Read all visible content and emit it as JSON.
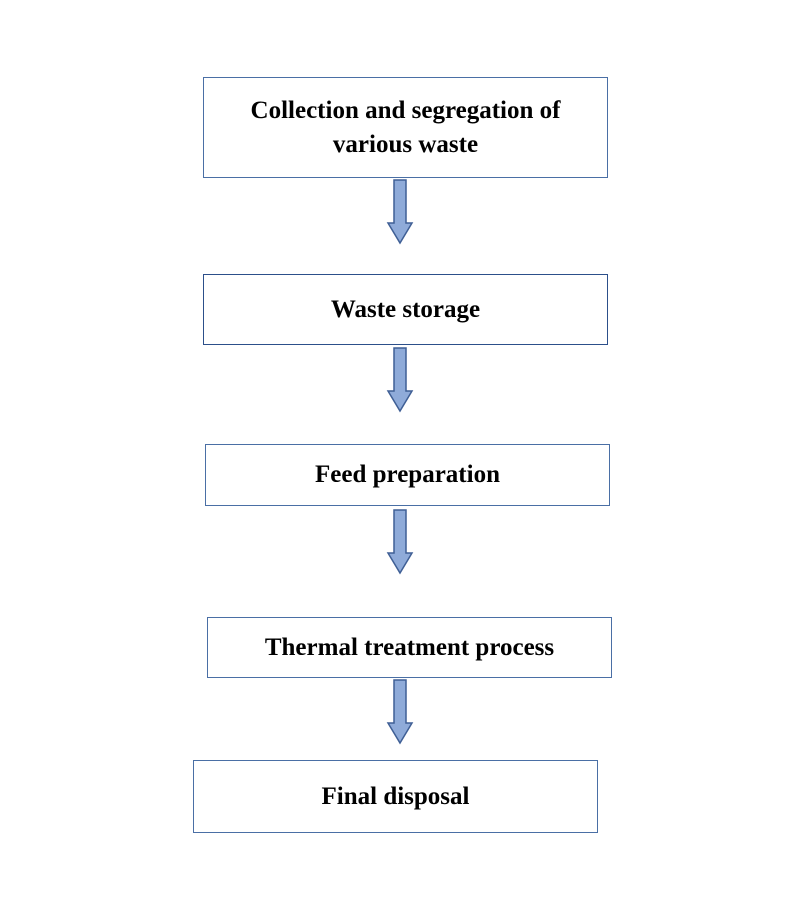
{
  "flowchart": {
    "steps": [
      {
        "line1": "Collection and segregation of",
        "line2": "various waste"
      },
      {
        "label": "Waste storage"
      },
      {
        "label": "Feed preparation"
      },
      {
        "label": "Thermal treatment process"
      },
      {
        "label": "Final disposal"
      }
    ],
    "colors": {
      "box_border": "#4a6fa5",
      "arrow_fill": "#8fabd9",
      "arrow_stroke": "#3f5f95",
      "text": "#000000"
    }
  }
}
